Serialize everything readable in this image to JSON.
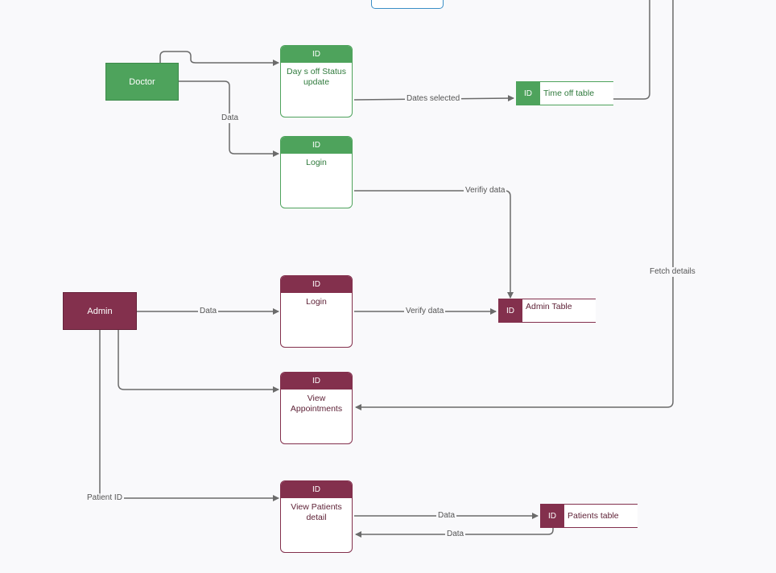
{
  "entities": {
    "doctor": {
      "label": "Doctor"
    },
    "admin": {
      "label": "Admin"
    }
  },
  "processes": {
    "days_off": {
      "id": "ID",
      "label": "Day s off Status update"
    },
    "doctor_login": {
      "id": "ID",
      "label": "Login"
    },
    "admin_login": {
      "id": "ID",
      "label": "Login"
    },
    "view_appointments": {
      "id": "ID",
      "label": "View Appointments"
    },
    "view_patients": {
      "id": "ID",
      "label": "View Patients detail"
    }
  },
  "stores": {
    "time_off": {
      "id": "ID",
      "label": "Time off table"
    },
    "admin_table": {
      "id": "ID",
      "label": "Admin Table"
    },
    "patients_table": {
      "id": "ID",
      "label": "Patients table"
    }
  },
  "edge_labels": {
    "dates_selected": "Dates selected",
    "doctor_data": "Data",
    "verify_data_doctor": "Verifiy data",
    "admin_data": "Data",
    "verify_data_admin": "Verify data",
    "fetch_details": "Fetch details",
    "patient_id": "Patient ID",
    "patients_data_out": "Data",
    "patients_data_in": "Data"
  },
  "colors": {
    "doctor_green": "#4ea35c",
    "admin_maroon": "#83304d",
    "connector_gray": "#6b6b6b",
    "top_box_blue": "#3b8fc7"
  }
}
